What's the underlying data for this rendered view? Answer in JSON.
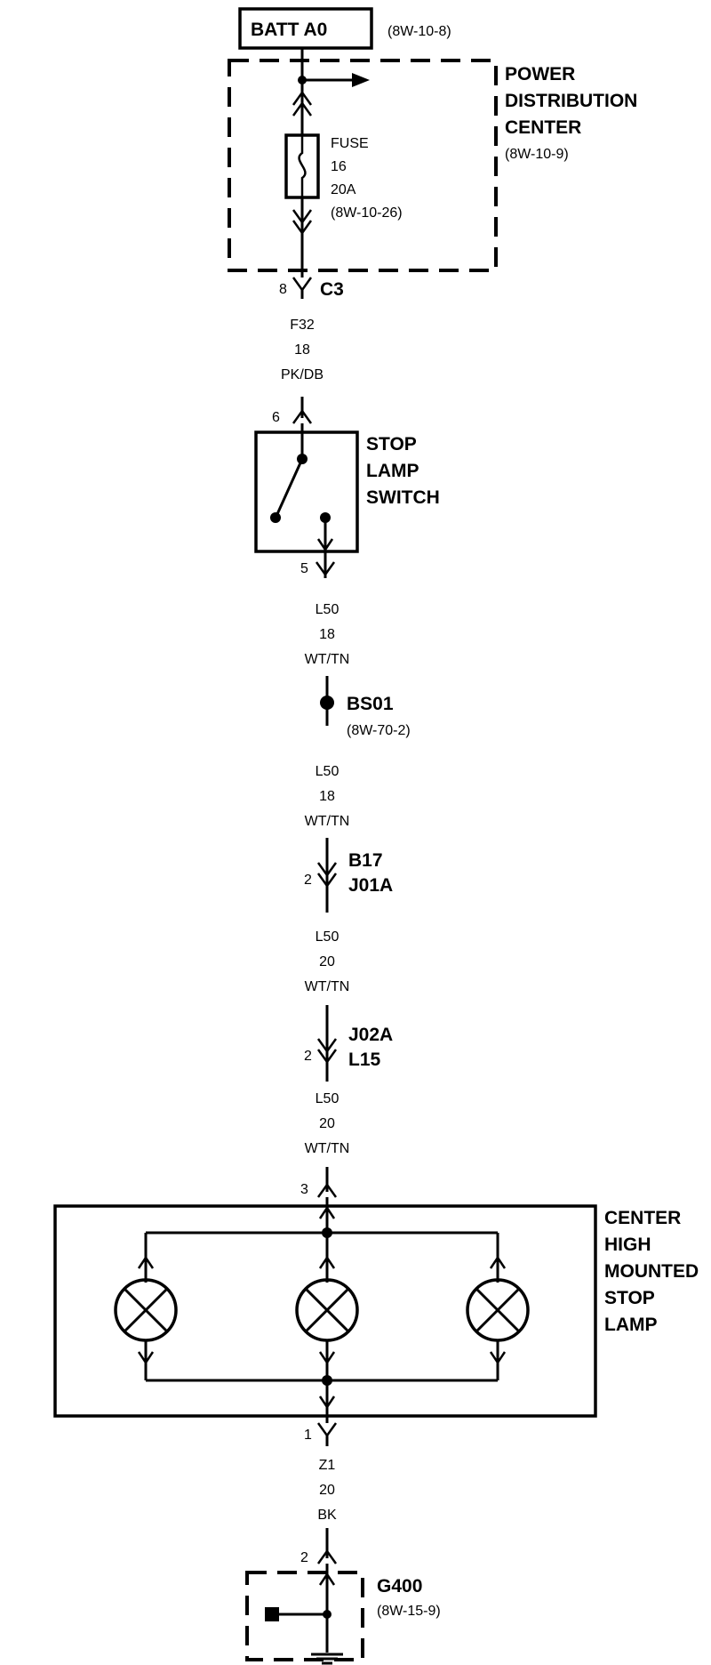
{
  "batt": {
    "label": "BATT A0",
    "ref": "(8W-10-8)"
  },
  "pdc": {
    "line1": "POWER",
    "line2": "DISTRIBUTION",
    "line3": "CENTER",
    "ref": "(8W-10-9)"
  },
  "fuse": {
    "label": "FUSE",
    "number": "16",
    "rating": "20A",
    "ref": "(8W-10-26)"
  },
  "c3": {
    "pin": "8",
    "label": "C3"
  },
  "wire_f32": {
    "circuit": "F32",
    "gauge": "18",
    "color": "PK/DB"
  },
  "switch": {
    "pin_in": "6",
    "pin_out": "5",
    "line1": "STOP",
    "line2": "LAMP",
    "line3": "SWITCH"
  },
  "wire_l50_a": {
    "circuit": "L50",
    "gauge": "18",
    "color": "WT/TN"
  },
  "splice": {
    "label": "BS01",
    "ref": "(8W-70-2)"
  },
  "wire_l50_b": {
    "circuit": "L50",
    "gauge": "18",
    "color": "WT/TN"
  },
  "conn_b17": {
    "pin": "2",
    "line1": "B17",
    "line2": "J01A"
  },
  "wire_l50_c": {
    "circuit": "L50",
    "gauge": "20",
    "color": "WT/TN"
  },
  "conn_j02a": {
    "pin": "2",
    "line1": "J02A",
    "line2": "L15"
  },
  "wire_l50_d": {
    "circuit": "L50",
    "gauge": "20",
    "color": "WT/TN"
  },
  "chmsl": {
    "pin_in": "3",
    "pin_out": "1",
    "line1": "CENTER",
    "line2": "HIGH",
    "line3": "MOUNTED",
    "line4": "STOP",
    "line5": "LAMP"
  },
  "wire_z1": {
    "circuit": "Z1",
    "gauge": "20",
    "color": "BK"
  },
  "ground": {
    "pin": "2",
    "label": "G400",
    "ref": "(8W-15-9)"
  }
}
